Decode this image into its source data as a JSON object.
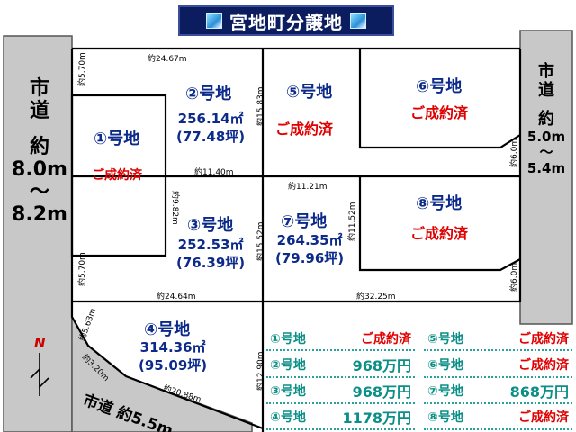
{
  "title": "宮地町分譲地",
  "roads": {
    "left": {
      "line1": "市",
      "line2": "道",
      "line3": "約",
      "line4": "8.0m",
      "line5": "～",
      "line6": "8.2m"
    },
    "right": {
      "line1": "市",
      "line2": "道",
      "line3": "約",
      "line4": "5.0m",
      "line5": "～",
      "line6": "5.4m"
    },
    "bottom": "市道 約5.5m"
  },
  "lots": [
    {
      "label": "①号地",
      "status": "ご成約済"
    },
    {
      "label": "②号地",
      "area_m2": "256.14㎡",
      "area_tsubo": "(77.48坪)"
    },
    {
      "label": "③号地",
      "area_m2": "252.53㎡",
      "area_tsubo": "(76.39坪)"
    },
    {
      "label": "④号地",
      "area_m2": "314.36㎡",
      "area_tsubo": "(95.09坪)"
    },
    {
      "label": "⑤号地",
      "status": "ご成約済"
    },
    {
      "label": "⑥号地",
      "status": "ご成約済"
    },
    {
      "label": "⑦号地",
      "area_m2": "264.35㎡",
      "area_tsubo": "(79.96坪)"
    },
    {
      "label": "⑧号地",
      "status": "ご成約済"
    }
  ],
  "dimensions": {
    "top": "約24.67m",
    "left1": "約5.70m",
    "mid1": "約11.40m",
    "v1": "約15.83m",
    "v2": "約9.82m",
    "v3": "約15.52m",
    "mid2": "約11.21m",
    "v4": "約11.52m",
    "bottom1": "約24.64m",
    "left2": "約5.70m",
    "bottom2": "約32.25m",
    "right1": "約6.0m",
    "right2": "約6.0m",
    "left3": "約5.63m",
    "diag": "約3.20m",
    "bottom3": "約20.88m",
    "v5": "約12.90m"
  },
  "prices": [
    {
      "lot": "①号地",
      "price": "ご成約済",
      "sold": true
    },
    {
      "lot": "⑤号地",
      "price": "ご成約済",
      "sold": true
    },
    {
      "lot": "②号地",
      "price": "968万円",
      "sold": false
    },
    {
      "lot": "⑥号地",
      "price": "ご成約済",
      "sold": true
    },
    {
      "lot": "③号地",
      "price": "968万円",
      "sold": false
    },
    {
      "lot": "⑦号地",
      "price": "868万円",
      "sold": false
    },
    {
      "lot": "④号地",
      "price": "1178万円",
      "sold": false
    },
    {
      "lot": "⑧号地",
      "price": "ご成約済",
      "sold": true
    }
  ],
  "north": "N",
  "colors": {
    "road": "#c8c8c8",
    "lotline": "#000000",
    "title_bg": "#0b1d5e",
    "blue": "#0b2a8a",
    "red": "#e00000",
    "teal": "#0b8f86"
  }
}
